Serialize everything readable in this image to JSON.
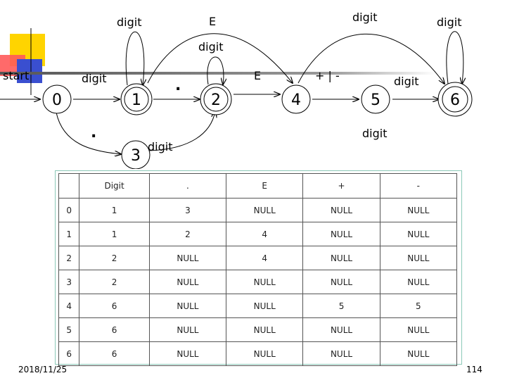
{
  "slide": {
    "date": "2018/11/25",
    "page_number": "114"
  },
  "diagram": {
    "states": [
      "0",
      "1",
      "2",
      "3",
      "4",
      "5",
      "6"
    ],
    "start_label": "start",
    "edge_labels": {
      "start_to_1": "digit",
      "loop_1": "digit",
      "one_to_2": ".",
      "loop_2": "digit",
      "one_to_4": "E",
      "two_to_4": "E",
      "four_to_5": "+ | -",
      "four_to_6": "digit",
      "five_to_6": "digit",
      "loop_6": "digit",
      "zero_to_3": ".",
      "three_to_2": "digit",
      "five_below": "digit"
    }
  },
  "table": {
    "headers": [
      "",
      "Digit",
      ".",
      "E",
      "+",
      "-"
    ],
    "rows": [
      [
        "0",
        "1",
        "3",
        "NULL",
        "NULL",
        "NULL"
      ],
      [
        "1",
        "1",
        "2",
        "4",
        "NULL",
        "NULL"
      ],
      [
        "2",
        "2",
        "NULL",
        "4",
        "NULL",
        "NULL"
      ],
      [
        "3",
        "2",
        "NULL",
        "NULL",
        "NULL",
        "NULL"
      ],
      [
        "4",
        "6",
        "NULL",
        "NULL",
        "5",
        "5"
      ],
      [
        "5",
        "6",
        "NULL",
        "NULL",
        "NULL",
        "NULL"
      ],
      [
        "6",
        "6",
        "NULL",
        "NULL",
        "NULL",
        "NULL"
      ]
    ]
  }
}
